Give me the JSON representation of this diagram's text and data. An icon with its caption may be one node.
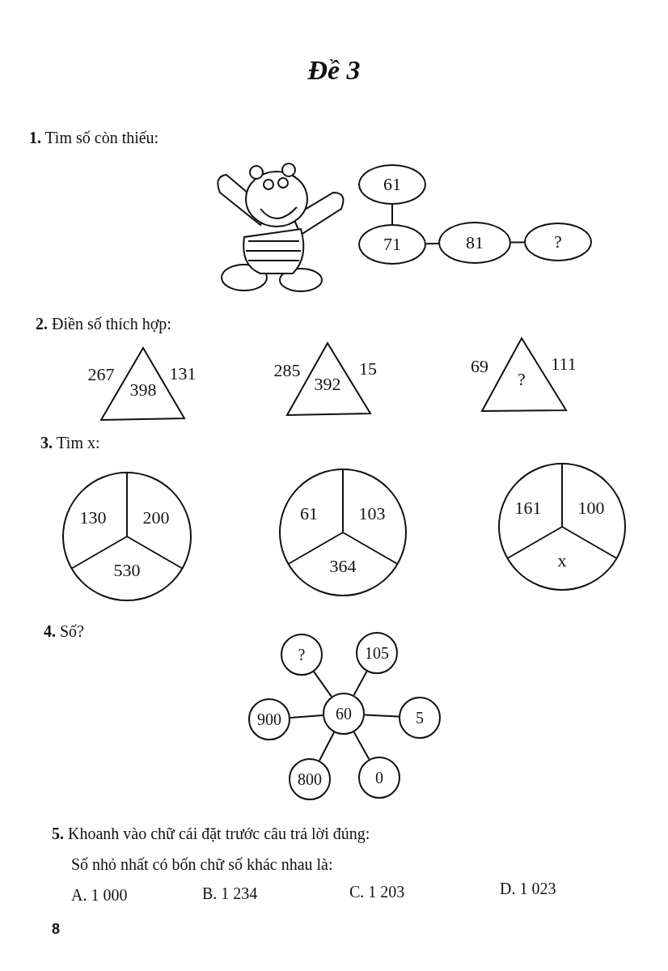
{
  "diagram": {
    "title": "Đề 3",
    "nodes": [
      {
        "text": [
          "61"
        ]
      },
      {
        "text": [
          "71"
        ]
      },
      {
        "text": [
          "81"
        ]
      },
      {
        "text": [
          "?"
        ]
      },
      {
        "text": [
          "398"
        ],
        "beside": [
          "267",
          "131"
        ]
      },
      {
        "text": [
          "392"
        ],
        "beside": [
          "285",
          "15"
        ]
      },
      {
        "text": [
          "?"
        ],
        "beside": [
          "69",
          "111"
        ]
      },
      {
        "text": [
          "130",
          "200",
          "530"
        ]
      },
      {
        "text": [
          "61",
          "103",
          "364"
        ]
      },
      {
        "text": [
          "161",
          "100",
          "x"
        ]
      },
      {
        "text": [
          "?"
        ]
      },
      {
        "text": [
          "105"
        ]
      },
      {
        "text": [
          "900"
        ]
      },
      {
        "text": [
          "60"
        ]
      },
      {
        "text": [
          "5"
        ]
      },
      {
        "text": [
          "800"
        ]
      },
      {
        "text": [
          "0"
        ]
      }
    ],
    "edges": [
      {
        "from": 0,
        "to": 1,
        "arrow": "none"
      },
      {
        "from": 1,
        "to": 2,
        "arrow": "none"
      },
      {
        "from": 2,
        "to": 3,
        "arrow": "none"
      },
      {
        "from": 13,
        "to": 10,
        "arrow": "none"
      },
      {
        "from": 13,
        "to": 11,
        "arrow": "none"
      },
      {
        "from": 13,
        "to": 12,
        "arrow": "none"
      },
      {
        "from": 13,
        "to": 14,
        "arrow": "none"
      },
      {
        "from": 13,
        "to": 15,
        "arrow": "none"
      },
      {
        "from": 13,
        "to": 16,
        "arrow": "none"
      }
    ],
    "labels": [
      "**1.** Tìm số còn thiếu:",
      "**2.** Điền số thích hợp:",
      "**3.** Tìm x:",
      "**4.** Số?",
      "**5.** Khoanh vào chữ cái đặt trước câu trả lời đúng:",
      "Số nhỏ nhất có bốn chữ số khác nhau là:",
      "A. 1 000",
      "B. 1 234",
      "C. 1 203",
      "D. 1 023",
      "8"
    ]
  }
}
